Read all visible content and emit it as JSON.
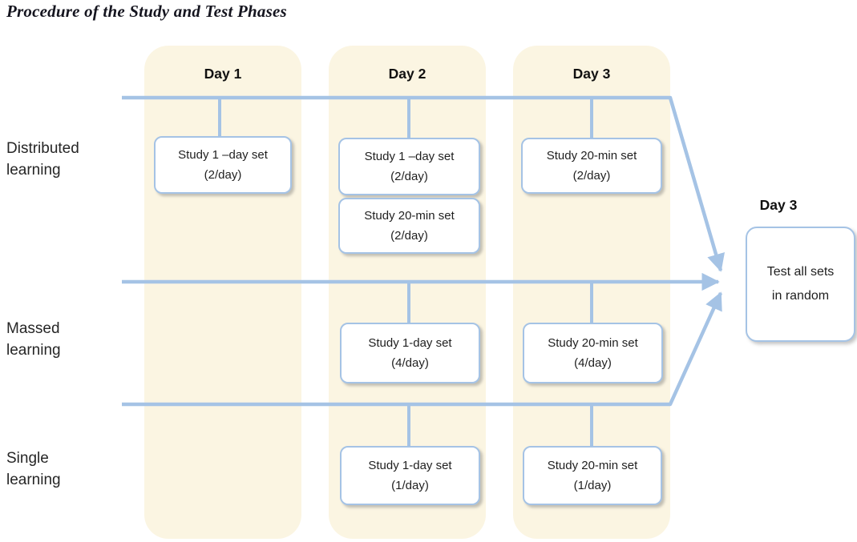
{
  "title": "Procedure of the Study and Test Phases",
  "colors": {
    "band_background": "#fbf5e2",
    "line_blue": "#a5c3e5",
    "box_background": "#ffffff",
    "text": "#1f1f1f"
  },
  "columns": [
    {
      "label": "Day 1"
    },
    {
      "label": "Day 2"
    },
    {
      "label": "Day 3"
    }
  ],
  "rows": [
    {
      "label": "Distributed learning"
    },
    {
      "label": "Massed learning"
    },
    {
      "label": "Single learning"
    }
  ],
  "boxes": {
    "distributed_day1": {
      "line1": "Study 1 –day set",
      "line2": "(2/day)"
    },
    "distributed_day2_a": {
      "line1": "Study 1 –day set",
      "line2": "(2/day)"
    },
    "distributed_day2_b": {
      "line1": "Study 20-min set",
      "line2": "(2/day)"
    },
    "distributed_day3": {
      "line1": "Study 20-min set",
      "line2": "(2/day)"
    },
    "massed_day2": {
      "line1": "Study 1-day set",
      "line2": "(4/day)"
    },
    "massed_day3": {
      "line1": "Study 20-min set",
      "line2": "(4/day)"
    },
    "single_day2": {
      "line1": "Study 1-day set",
      "line2": "(1/day)"
    },
    "single_day3": {
      "line1": "Study 20-min set",
      "line2": "(1/day)"
    }
  },
  "test_phase": {
    "day_label": "Day 3",
    "line1": "Test all sets",
    "line2": "in random"
  }
}
